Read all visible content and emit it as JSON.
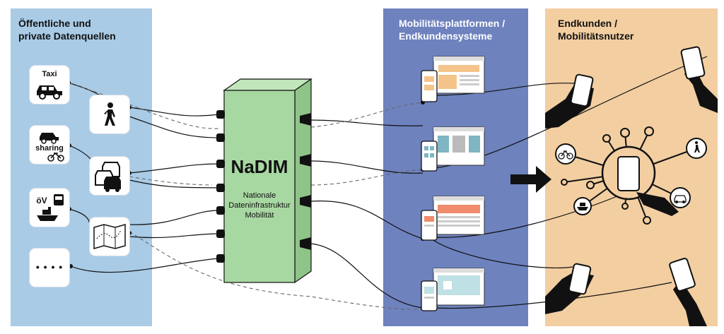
{
  "panels": {
    "sources_title": "Öffentliche und\nprivate Datenquellen",
    "platforms_title": "Mobilitätsplattformen /\nEndkundensysteme",
    "users_title": "Endkunden /\nMobilitätsnutzer"
  },
  "sources": {
    "taxi_label": "Taxi",
    "sharing_label": "sharing",
    "oev_label": "öV",
    "more_label": "• • • •"
  },
  "nadim": {
    "title": "NaDIM",
    "subtitle_line1": "Nationale",
    "subtitle_line2": "Dateninfrastruktur",
    "subtitle_line3": "Mobilität"
  },
  "colors": {
    "sources_bg": "#a9cbe6",
    "platforms_bg": "#6e82be",
    "users_bg": "#f2cea1",
    "box_front": "#a8d8a2",
    "box_side": "#8fc489",
    "box_top": "#c2e6bc"
  },
  "icons": [
    "car-icon",
    "pedestrian-icon",
    "bicycle-icon",
    "bus-icon",
    "ship-icon",
    "traffic-icon",
    "map-icon",
    "smartphone-icon",
    "hand-phone-icon",
    "arrow-right-icon",
    "network-hub-icon"
  ]
}
